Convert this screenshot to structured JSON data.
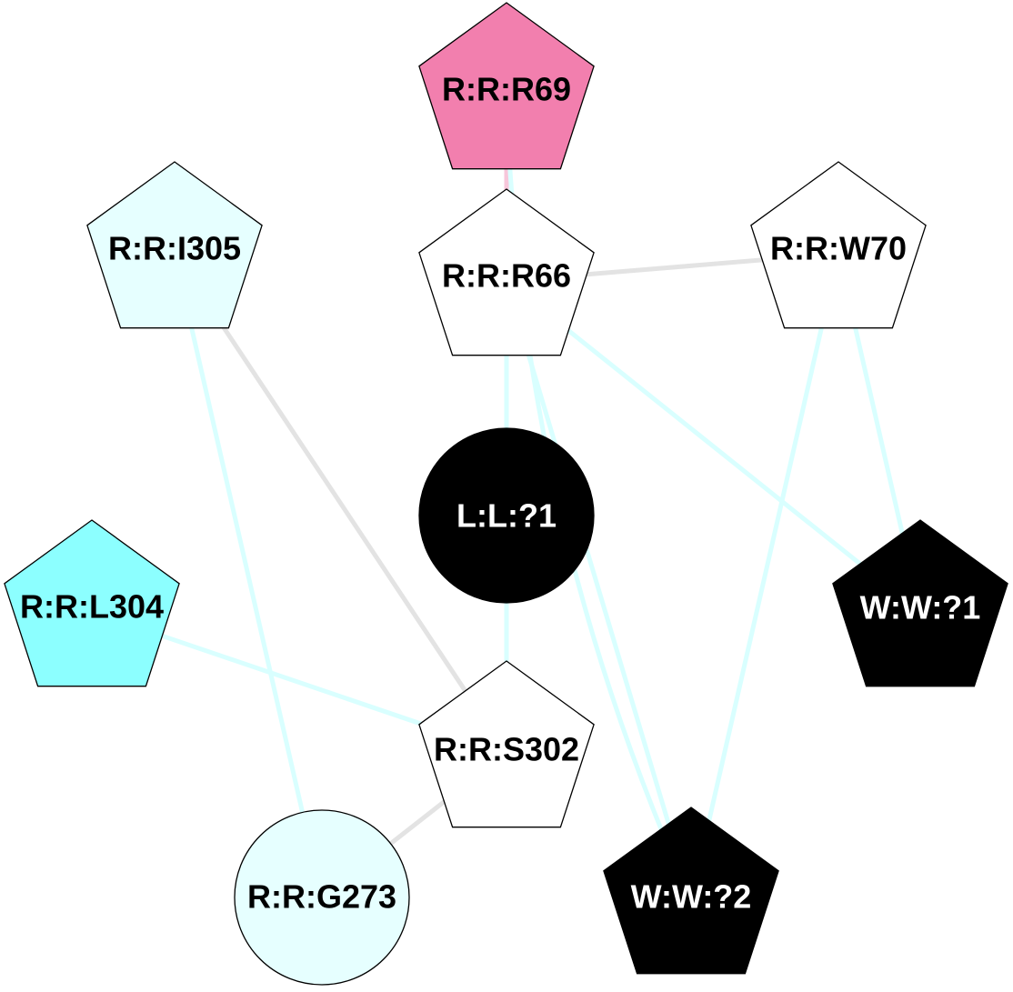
{
  "colors": {
    "pink": "#f27fae",
    "light_cyan": "#e6ffff",
    "cyan": "#8cffff",
    "white": "#ffffff",
    "black": "#000000",
    "edge_gray": "#e3e3e3",
    "edge_cyan": "#d9ffff",
    "edge_pink": "#f7c6da"
  },
  "nodes": [
    {
      "id": "R69",
      "label": "R:R:R69",
      "shape": "pentagon",
      "fill": "#f27fae",
      "text": "#000000"
    },
    {
      "id": "I305",
      "label": "R:R:I305",
      "shape": "pentagon",
      "fill": "#e6ffff",
      "text": "#000000"
    },
    {
      "id": "R66",
      "label": "R:R:R66",
      "shape": "pentagon",
      "fill": "#ffffff",
      "text": "#000000"
    },
    {
      "id": "W70",
      "label": "R:R:W70",
      "shape": "pentagon",
      "fill": "#ffffff",
      "text": "#000000"
    },
    {
      "id": "L1",
      "label": "L:L:?1",
      "shape": "circle",
      "fill": "#000000",
      "text": "#ffffff"
    },
    {
      "id": "L304",
      "label": "R:R:L304",
      "shape": "pentagon",
      "fill": "#8cffff",
      "text": "#000000"
    },
    {
      "id": "W1",
      "label": "W:W:?1",
      "shape": "pentagon",
      "fill": "#000000",
      "text": "#ffffff"
    },
    {
      "id": "S302",
      "label": "R:R:S302",
      "shape": "pentagon",
      "fill": "#ffffff",
      "text": "#000000"
    },
    {
      "id": "G273",
      "label": "R:R:G273",
      "shape": "circle",
      "fill": "#e6ffff",
      "text": "#000000"
    },
    {
      "id": "W2",
      "label": "W:W:?2",
      "shape": "pentagon",
      "fill": "#000000",
      "text": "#ffffff"
    }
  ],
  "edges": [
    {
      "from": "R69",
      "to": "R66",
      "color": "#f7c6da"
    },
    {
      "from": "R69",
      "to": "W2",
      "color": "#d9ffff"
    },
    {
      "from": "R66",
      "to": "W70",
      "color": "#e3e3e3"
    },
    {
      "from": "R66",
      "to": "L1",
      "color": "#d9ffff"
    },
    {
      "from": "R66",
      "to": "W2",
      "color": "#d9ffff"
    },
    {
      "from": "R66",
      "to": "W1",
      "color": "#d9ffff"
    },
    {
      "from": "W70",
      "to": "W1",
      "color": "#d9ffff"
    },
    {
      "from": "W70",
      "to": "W2",
      "color": "#d9ffff"
    },
    {
      "from": "I305",
      "to": "S302",
      "color": "#e3e3e3"
    },
    {
      "from": "I305",
      "to": "G273",
      "color": "#d9ffff"
    },
    {
      "from": "L1",
      "to": "S302",
      "color": "#d9ffff"
    },
    {
      "from": "L304",
      "to": "S302",
      "color": "#d9ffff"
    },
    {
      "from": "S302",
      "to": "G273",
      "color": "#e3e3e3"
    }
  ]
}
